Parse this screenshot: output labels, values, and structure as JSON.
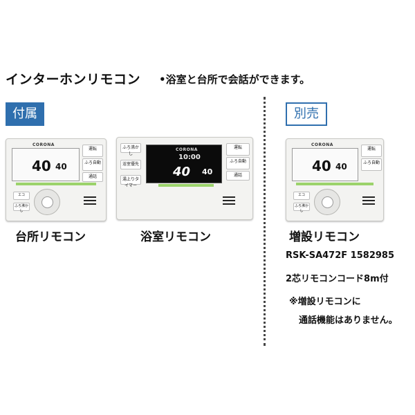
{
  "header": {
    "title": "インターホンリモコン",
    "note": "•浴室と台所で会話ができます。"
  },
  "sections": {
    "included": "付属",
    "sold_separately": "別売"
  },
  "products": {
    "kitchen": {
      "label": "台所リモコン",
      "temp_main": "40",
      "temp_sub": "40",
      "unit": "℃"
    },
    "bath": {
      "label": "浴室リモコン",
      "time": "10:00",
      "temp_main": "40",
      "temp_sub": "40",
      "unit": "℃"
    },
    "extension": {
      "label": "増設リモコン",
      "model": "RSK-SA472F 1582985",
      "cord": "2芯リモコンコード8m付",
      "note_line1": "※増設リモコンに",
      "note_line2": "通話機能はありません。",
      "temp_main": "40",
      "temp_sub": "40",
      "unit": "℃"
    }
  },
  "device": {
    "brand": "CORONA",
    "btn_power": "運転",
    "btn_auto": "ふろ自動",
    "btn_talk": "通話",
    "btn_bath_boil": "ふろ沸かし",
    "btn_bath_priority": "浴室優先",
    "btn_timer": "湯上りタイマー",
    "btn_eco": "エコ",
    "btn_menu": "メニュー"
  },
  "colors": {
    "accent_blue": "#2f6fae",
    "green_bar": "#9bd36b"
  }
}
